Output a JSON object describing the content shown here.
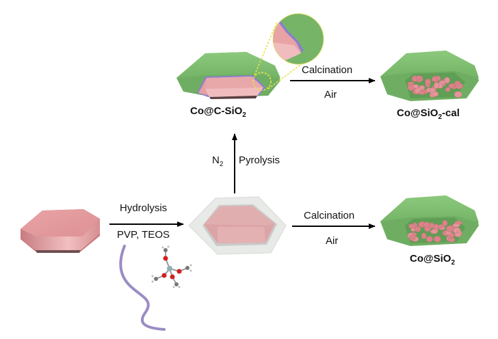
{
  "figure": {
    "products": {
      "co_c_sio2": {
        "prefix": "Co@C-SiO",
        "sub": "2",
        "suffix": ""
      },
      "co_sio2_cal": {
        "prefix": "Co@SiO",
        "sub": "2",
        "suffix": "-cal"
      },
      "co_sio2": {
        "prefix": "Co@SiO",
        "sub": "2",
        "suffix": ""
      }
    },
    "steps": {
      "hydrolysis": {
        "above": "Hydrolysis",
        "below": "PVP, TEOS"
      },
      "pyrolysis": {
        "gas": "N",
        "gas_sub": "2",
        "label": "Pyrolysis"
      },
      "calcination_top": {
        "above": "Calcination",
        "below": "Air"
      },
      "calcination_bottom": {
        "above": "Calcination",
        "below": "Air"
      }
    },
    "colors": {
      "cobalt": "#e8a0a0",
      "carbon_silica_shell": "#7fbf6f",
      "silica_coating": "#e6e8e6",
      "carbon_layer": "#8a7fd0",
      "pvp_chain": "#9b8cc4",
      "zoom_highlight": "#e6e04a"
    }
  }
}
